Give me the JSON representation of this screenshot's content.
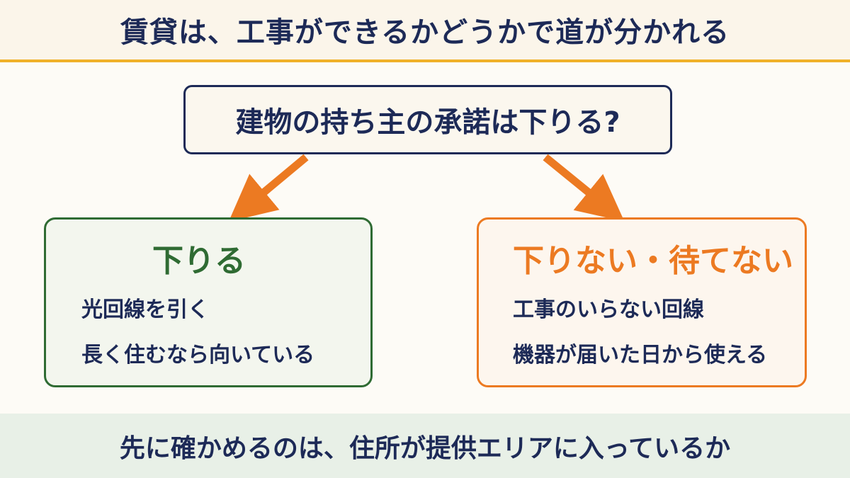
{
  "header": {
    "title": "賃貸は、工事ができるかどうかで道が分かれる"
  },
  "question": {
    "text": "建物の持ち主の承諾は下りる?"
  },
  "branches": {
    "yes": {
      "title": "下りる",
      "items": [
        "光回線を引く",
        "長く住むなら向いている"
      ]
    },
    "no": {
      "title": "下りない・待てない",
      "items": [
        "工事のいらない回線",
        "機器が届いた日から使える"
      ]
    }
  },
  "footer": {
    "text": "先に確かめるのは、住所が提供エリアに入っているか"
  },
  "colors": {
    "navy": "#1d2a57",
    "green": "#2f6b33",
    "orange": "#ec7a22",
    "header_rule": "#f0b12a"
  }
}
